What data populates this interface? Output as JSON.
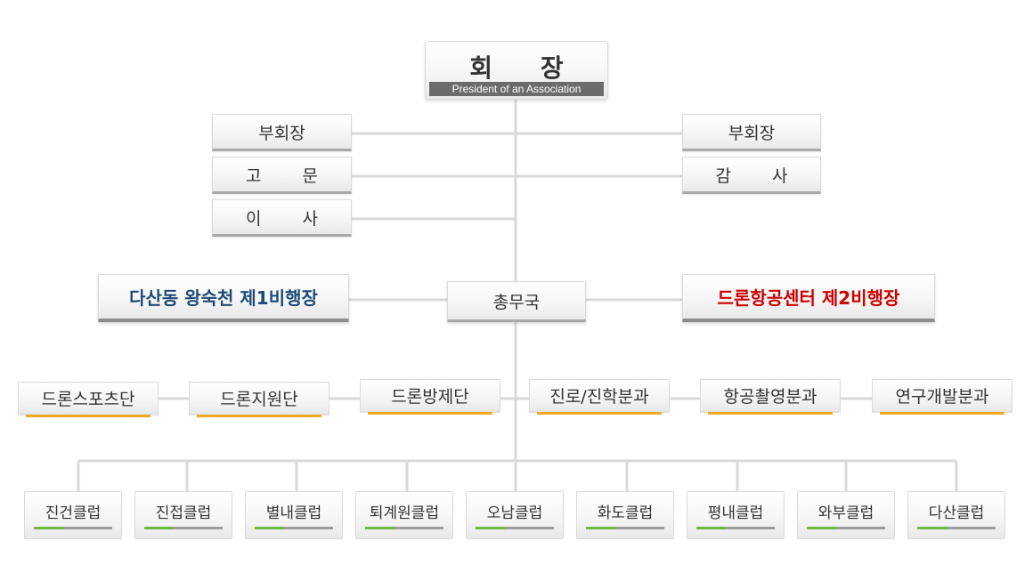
{
  "president": {
    "title": "회 장",
    "subtitle": "President of an Association"
  },
  "left_officers": [
    "부회장",
    "고 문",
    "이 사"
  ],
  "right_officers": [
    "부회장",
    "감 사"
  ],
  "center_row": {
    "left_field": "다산동 왕숙천 제1비행장",
    "secretariat": "총무국",
    "right_field": "드론항공센터 제2비행장"
  },
  "divisions": [
    "드론스포츠단",
    "드론지원단",
    "드론방제단",
    "진로/진학분과",
    "항공촬영분과",
    "연구개발분과"
  ],
  "clubs": [
    "진건클럽",
    "진접클럽",
    "별내클럽",
    "퇴계원클럽",
    "오남클럽",
    "화도클럽",
    "평내클럽",
    "와부클럽",
    "다산클럽"
  ],
  "colors": {
    "left_field": "#1d4a78",
    "right_field": "#cc0000",
    "division_accent": "#f0a925",
    "club_accent": "#6fb73f"
  }
}
